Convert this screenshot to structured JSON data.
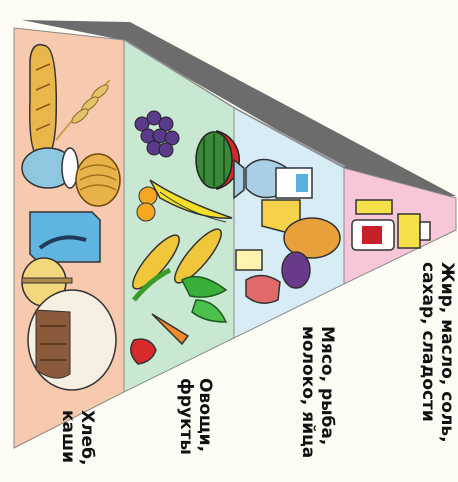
{
  "pyramid": {
    "tiers": [
      {
        "label": "Жир, масло, соль,\nсахар, сладости",
        "color": "#f7c6d8"
      },
      {
        "label": "Мясо, рыба,\nмолоко, яйца",
        "color": "#d8ecf6"
      },
      {
        "label": "Овощи,\nфрукты",
        "color": "#c8e8d2"
      },
      {
        "label": "Хлеб,\nкаши",
        "color": "#f7c9ae"
      }
    ],
    "edge_color": "#7a7a7a"
  }
}
